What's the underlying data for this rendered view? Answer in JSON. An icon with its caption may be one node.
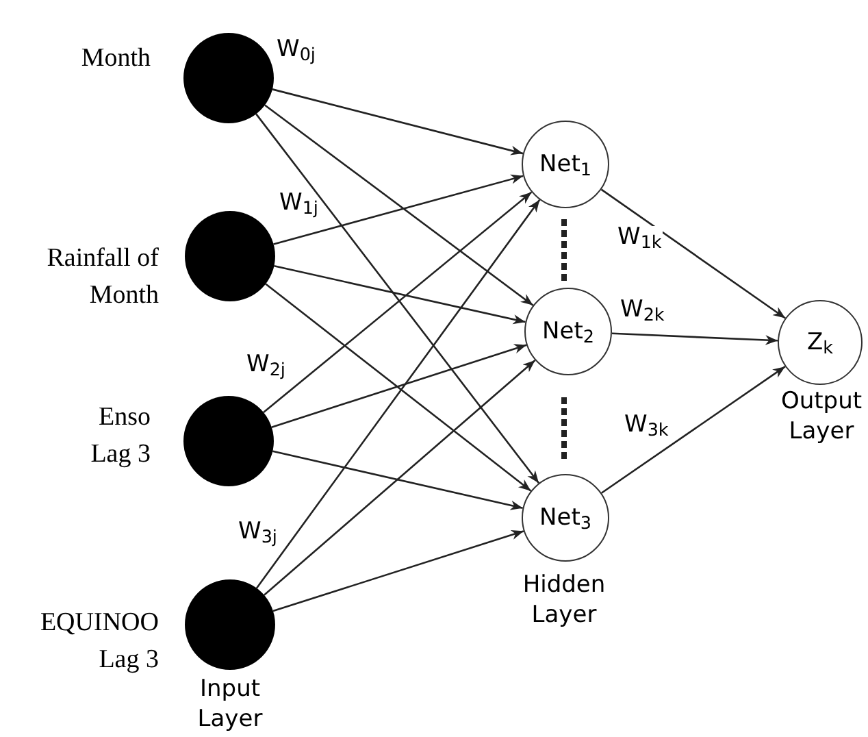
{
  "diagram": {
    "nodes": [
      {
        "text": [],
        "shape": "circle",
        "beside": [
          "Month"
        ]
      },
      {
        "text": [],
        "shape": "circle",
        "beside": [
          "Rainfall of Month"
        ]
      },
      {
        "text": [],
        "shape": "circle",
        "beside": [
          "Enso Lag 3"
        ]
      },
      {
        "text": [],
        "shape": "circle",
        "beside": [
          "EQUINOO Lag 3"
        ]
      },
      {
        "text": [
          "Net$_{1}$"
        ]
      },
      {
        "text": [
          "Net$_{2}$"
        ]
      },
      {
        "text": [
          "Net$_{3}$"
        ]
      },
      {
        "text": [
          "Z$_{k}$"
        ]
      }
    ],
    "edges": [
      {
        "from": 0,
        "to": 4,
        "arrow": "to"
      },
      {
        "from": 0,
        "to": 5,
        "arrow": "to"
      },
      {
        "from": 0,
        "to": 6,
        "arrow": "to"
      },
      {
        "from": 1,
        "to": 4,
        "arrow": "to"
      },
      {
        "from": 1,
        "to": 5,
        "arrow": "to"
      },
      {
        "from": 1,
        "to": 6,
        "arrow": "to"
      },
      {
        "from": 2,
        "to": 4,
        "arrow": "to"
      },
      {
        "from": 2,
        "to": 5,
        "arrow": "to"
      },
      {
        "from": 2,
        "to": 6,
        "arrow": "to"
      },
      {
        "from": 3,
        "to": 4,
        "arrow": "to"
      },
      {
        "from": 3,
        "to": 5,
        "arrow": "to"
      },
      {
        "from": 3,
        "to": 6,
        "arrow": "to"
      },
      {
        "from": 4,
        "to": 7,
        "arrow": "to",
        "label": "W$_{1k}$"
      },
      {
        "from": 5,
        "to": 7,
        "arrow": "to",
        "label": "W$_{2k}$"
      },
      {
        "from": 6,
        "to": 7,
        "arrow": "to",
        "label": "W$_{3k}$"
      }
    ],
    "labels": [
      "W$_{0j}$",
      "W$_{1j}$",
      "W$_{2j}$",
      "W$_{3j}$",
      "Input Layer",
      "Hidden Layer",
      "Output Layer"
    ]
  }
}
